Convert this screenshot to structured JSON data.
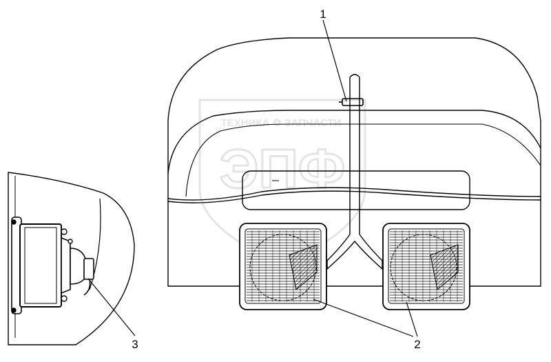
{
  "callouts": [
    {
      "id": "1",
      "label": "1"
    },
    {
      "id": "2",
      "label": "2"
    },
    {
      "id": "3",
      "label": "3"
    }
  ],
  "watermark": {
    "brand_line": "ТЕХНИКА ⚙ ЗАПЧАСТИ",
    "logo_letters": "ЭПФ"
  }
}
